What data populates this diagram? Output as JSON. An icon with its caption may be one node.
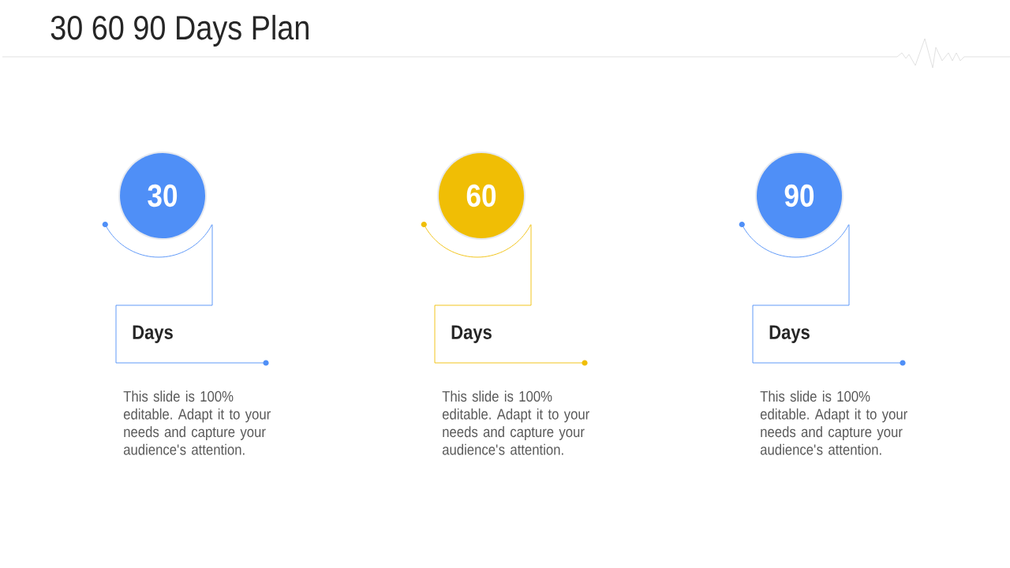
{
  "diagram": {
    "title": "30 60 90 Days Plan",
    "nodes": [
      {
        "text": [
          "30"
        ]
      },
      {
        "text": [
          "Days"
        ],
        "beside": [
          "This slide is 100% editable. Adapt it to your needs and capture your audience's attention."
        ]
      },
      {
        "text": [
          "60"
        ]
      },
      {
        "text": [
          "Days"
        ],
        "beside": [
          "This slide is 100% editable. Adapt it to your needs and capture your audience's attention."
        ]
      },
      {
        "text": [
          "90"
        ]
      },
      {
        "text": [
          "Days"
        ],
        "beside": [
          "This slide is 100% editable. Adapt it to your needs and capture your audience's attention."
        ]
      }
    ],
    "edges": [
      {
        "from": 0,
        "to": 1,
        "arrow": "none"
      },
      {
        "from": 2,
        "to": 3,
        "arrow": "none",
        "color": "#f0be05"
      },
      {
        "from": 4,
        "to": 5,
        "arrow": "none"
      }
    ]
  }
}
